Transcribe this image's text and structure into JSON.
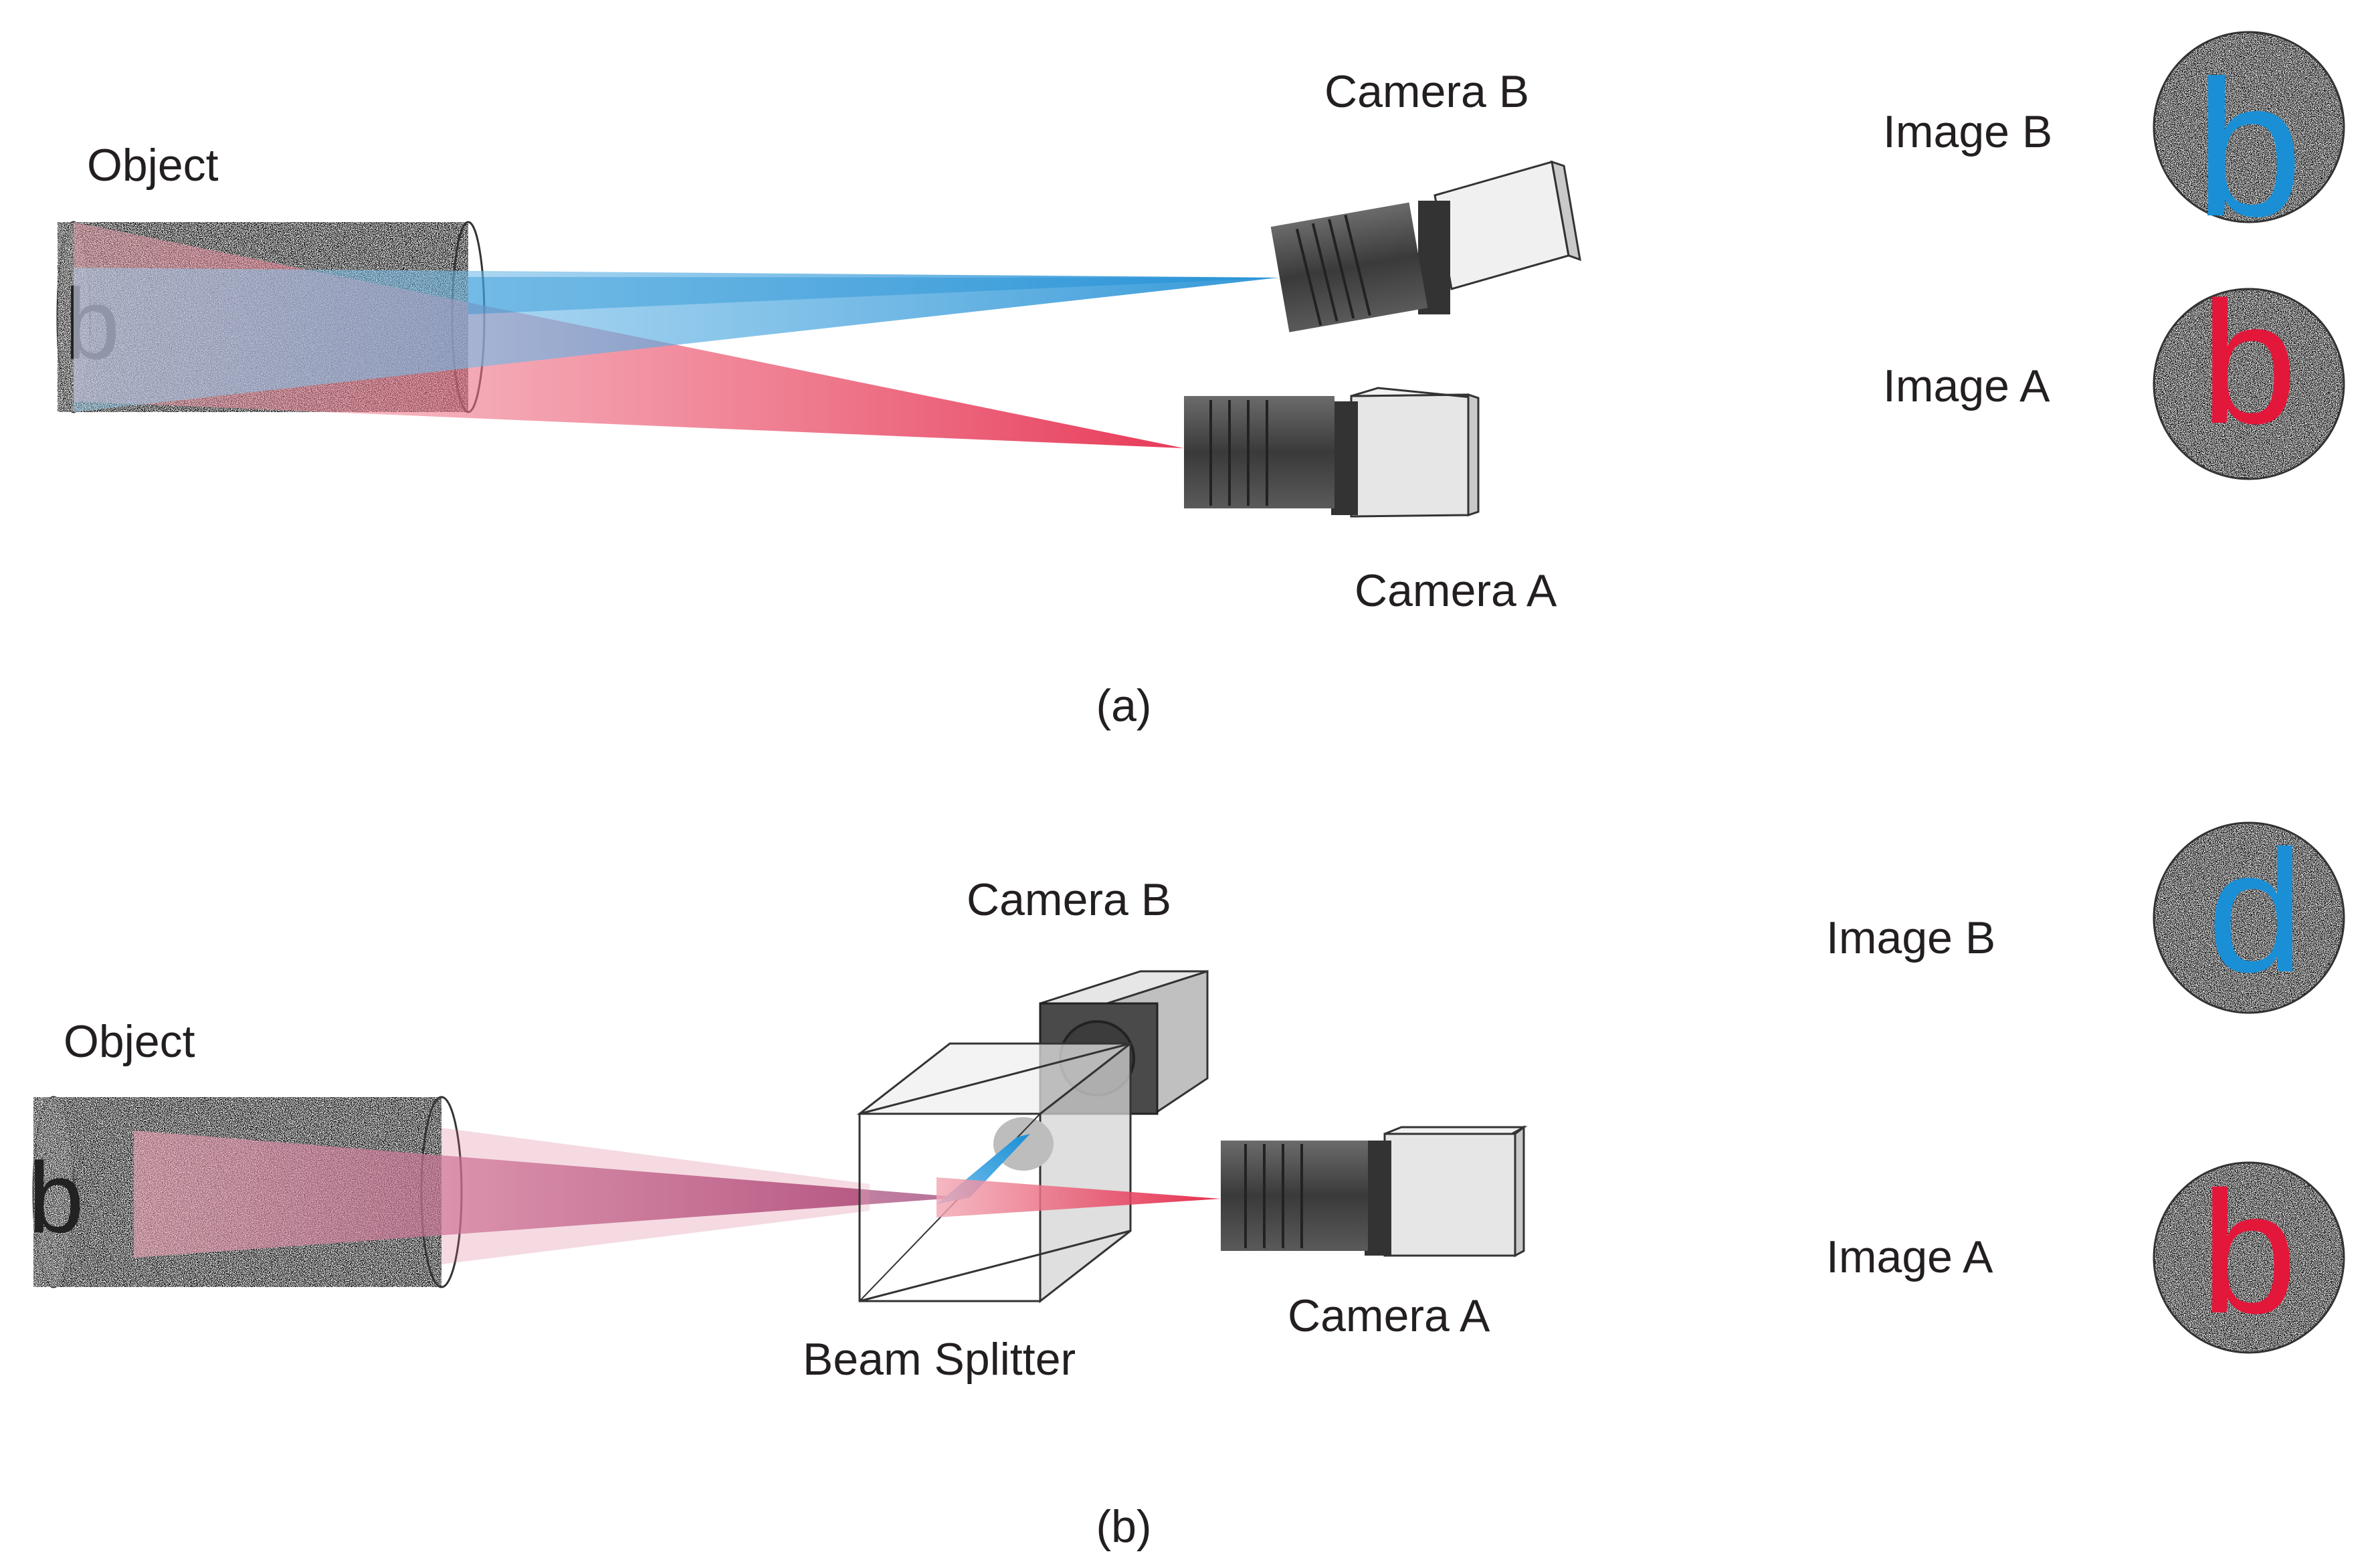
{
  "panel_a": {
    "object_label": "Object",
    "object_letter": "b",
    "camera_b_label": "Camera B",
    "camera_a_label": "Camera A",
    "image_b_label": "Image B",
    "image_a_label": "Image A",
    "image_b_letter": "b",
    "image_a_letter": "b",
    "caption": "(a)"
  },
  "panel_b": {
    "object_label": "Object",
    "object_letter": "b",
    "camera_b_label": "Camera B",
    "camera_a_label": "Camera A",
    "splitter_label": "Beam Splitter",
    "image_b_label": "Image B",
    "image_a_label": "Image A",
    "image_b_letter": "d",
    "image_a_letter": "b",
    "caption": "(b)"
  },
  "colors": {
    "blue": "#1a8fd6",
    "red": "#e3173a",
    "purple": "#8e1f5c",
    "camera_lens": "#4a4a4a",
    "camera_body": "#d9d9d9"
  }
}
